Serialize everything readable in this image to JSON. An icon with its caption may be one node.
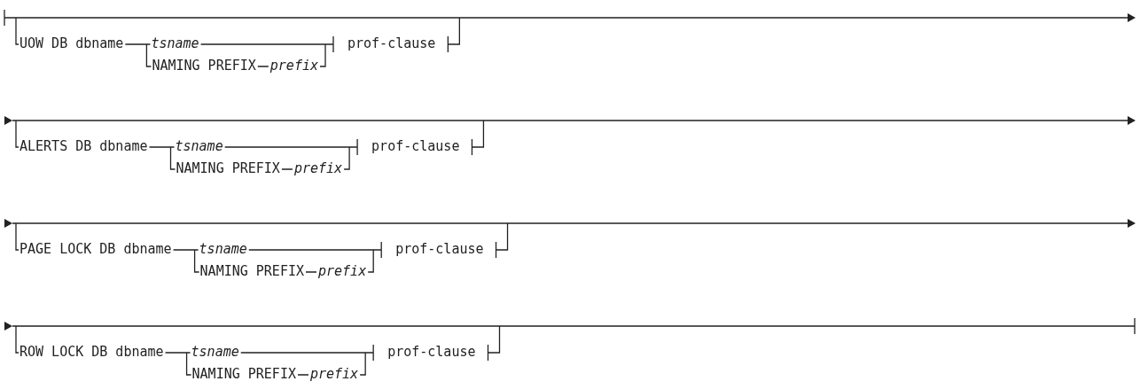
{
  "diagram": {
    "labels": [
      "UOW DB dbname",
      "tsname",
      "prof-clause",
      "NAMING PREFIX",
      "prefix",
      "ALERTS DB dbname",
      "tsname",
      "prof-clause",
      "NAMING PREFIX",
      "prefix",
      "PAGE LOCK DB dbname",
      "tsname",
      "prof-clause",
      "NAMING PREFIX",
      "prefix",
      "ROW LOCK DB dbname",
      "tsname",
      "prof-clause",
      "NAMING PREFIX",
      "prefix"
    ]
  }
}
